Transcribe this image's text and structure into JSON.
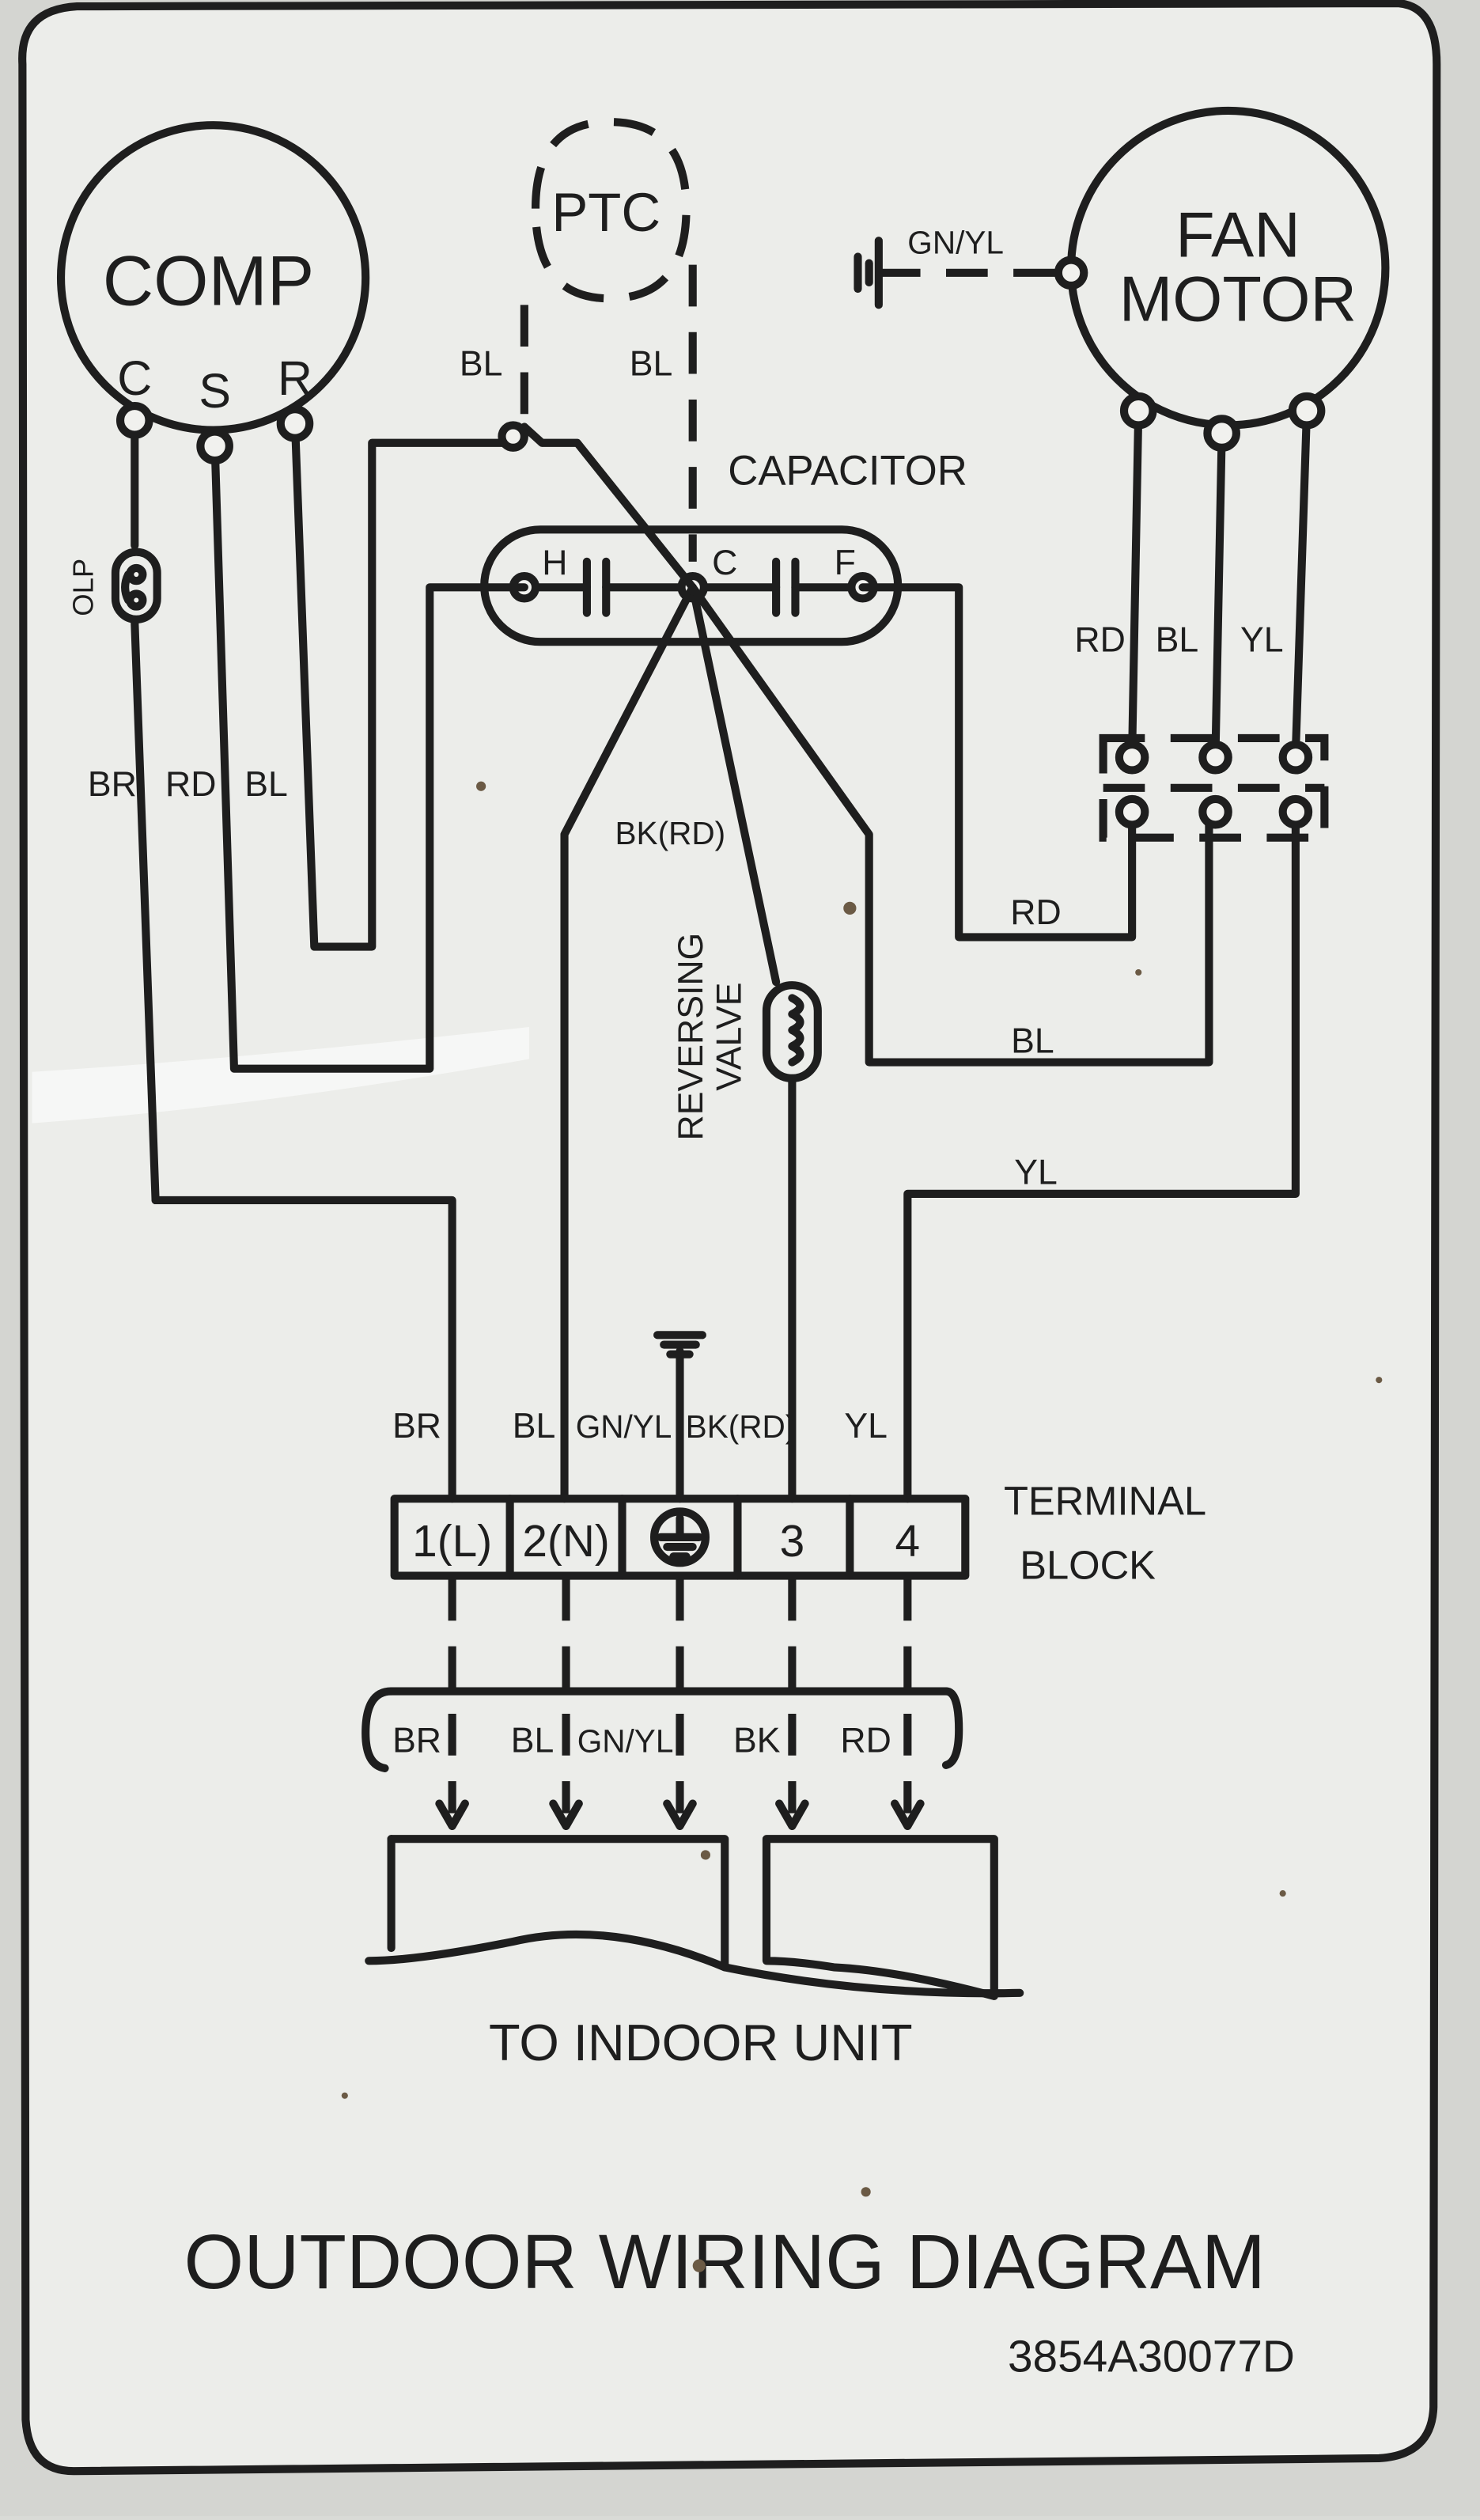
{
  "diagram": {
    "title": "OUTDOOR WIRING DIAGRAM",
    "part_number": "3854A30077D",
    "compressor": {
      "label": "COMP",
      "terminals": [
        "C",
        "S",
        "R"
      ]
    },
    "ptc": {
      "label": "PTC"
    },
    "fan_motor": {
      "label_line1": "FAN",
      "label_line2": "MOTOR"
    },
    "ground_wire": "GN/YL",
    "capacitor": {
      "label": "CAPACITOR",
      "terminals": [
        "H",
        "C",
        "F"
      ]
    },
    "olp": "OLP",
    "reversing_valve": {
      "line1": "REVERSING",
      "line2": "VALVE"
    },
    "wire_labels": {
      "ptc_left": "BL",
      "ptc_right": "BL",
      "fan_rd": "RD",
      "fan_bl": "BL",
      "fan_yl": "YL",
      "comp_br": "BR",
      "comp_rd": "RD",
      "comp_bl": "BL",
      "bk_rd": "BK(RD)",
      "right_rd": "RD",
      "right_bl": "BL",
      "right_yl": "YL",
      "tb_br": "BR",
      "tb_bl": "BL",
      "tb_gnyl": "GN/YL",
      "tb_bkrd": "BK(RD)",
      "tb_yl": "YL"
    },
    "terminal_block": {
      "label_line1": "TERMINAL",
      "label_line2": "BLOCK",
      "cells": [
        "1(L)",
        "2(N)",
        "3",
        "4"
      ]
    },
    "indoor_wires": [
      "BR",
      "BL",
      "GN/YL",
      "BK",
      "RD"
    ],
    "indoor_label": "TO INDOOR UNIT"
  }
}
